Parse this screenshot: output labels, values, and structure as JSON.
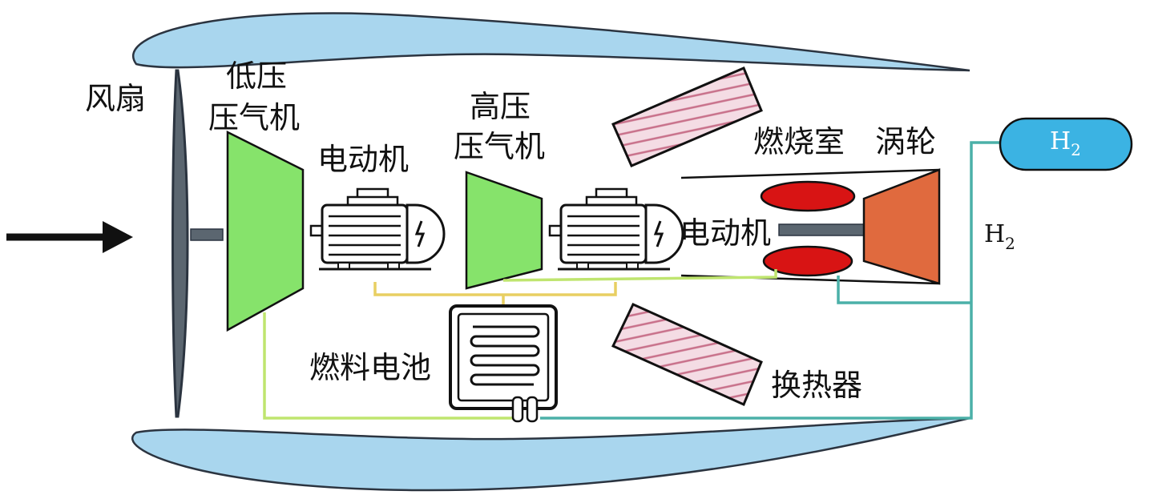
{
  "labels": {
    "fan": "风扇",
    "lpc_line1": "低压",
    "lpc_line2": "压气机",
    "motor1": "电动机",
    "hpc_line1": "高压",
    "hpc_line2": "压气机",
    "motor2": "电动机",
    "combustor": "燃烧室",
    "turbine": "涡轮",
    "fuel_cell": "燃料电池",
    "heat_exchanger": "换热器",
    "hydrogen_tank": "H",
    "hydrogen_tank_sub": "2",
    "hydrogen_pipe": "H",
    "hydrogen_pipe_sub": "2"
  },
  "colors": {
    "nacelle": "#a9d6ee",
    "fan_blade": "#5b6670",
    "compressor": "#86e36b",
    "combustor": "#d81414",
    "turbine": "#e06a3e",
    "hydrogen_tank": "#3bb3e3",
    "wire_yellow": "#e8cf62",
    "wire_green": "#bfe56f",
    "pipe_teal": "#4bb0a8",
    "heat_exchanger_stripe": "#c8708a"
  }
}
